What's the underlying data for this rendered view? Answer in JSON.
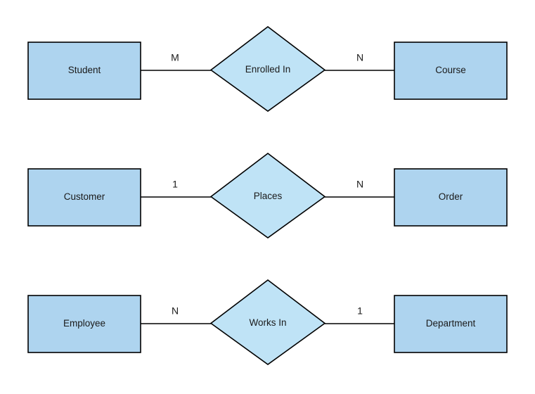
{
  "diagram": {
    "type": "entity-relationship-diagram",
    "background_color": "#ffffff",
    "entity_fill_color": "#aed4ef",
    "relationship_fill_color": "#bfe3f6",
    "stroke_color": "#000000",
    "relationships": [
      {
        "id": "enrolled-in",
        "left_entity": "Student",
        "relationship": "Enrolled In",
        "right_entity": "Course",
        "left_cardinality": "M",
        "right_cardinality": "N"
      },
      {
        "id": "places",
        "left_entity": "Customer",
        "relationship": "Places",
        "right_entity": "Order",
        "left_cardinality": "1",
        "right_cardinality": "N"
      },
      {
        "id": "works-in",
        "left_entity": "Employee",
        "relationship": "Works In",
        "right_entity": "Department",
        "left_cardinality": "N",
        "right_cardinality": "1"
      }
    ]
  }
}
